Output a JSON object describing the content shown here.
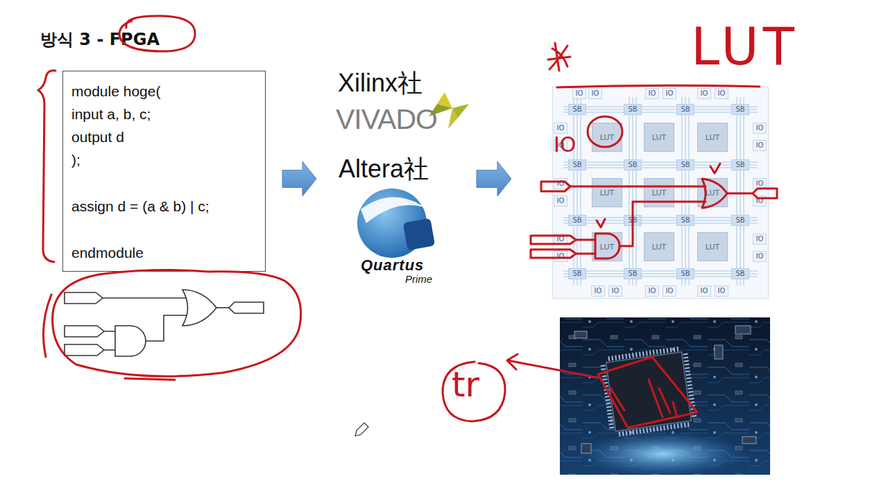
{
  "diagram": {
    "title": "방식 3 - FPGA",
    "nodes": [
      {
        "text": [
          "module hoge(",
          "input a, b, c;",
          "output d",
          ");",
          "assign d = (a & b) | c;",
          "endmodule"
        ]
      },
      {
        "text": [
          "Xilinx社",
          "VIVADO",
          "Altera社",
          "Quartus",
          "Prime"
        ]
      },
      {},
      {
        "text": [
          "IO"
        ],
        "in": 2
      },
      {
        "text": [
          "IO"
        ],
        "in": 2
      },
      {
        "text": [
          "IO"
        ],
        "in": 2
      },
      {
        "text": [
          "IO"
        ],
        "in": 2
      },
      {
        "text": [
          "IO"
        ],
        "in": 2
      },
      {
        "text": [
          "IO"
        ],
        "in": 2
      },
      {
        "text": [
          "SB"
        ],
        "in": 2
      },
      {
        "text": [
          "SB"
        ],
        "in": 2
      },
      {
        "text": [
          "SB"
        ],
        "in": 2
      },
      {
        "text": [
          "SB"
        ],
        "in": 2
      },
      {
        "text": [
          "IO"
        ],
        "in": 2
      },
      {
        "text": [
          "IO"
        ],
        "in": 2
      },
      {
        "text": [
          "LUT"
        ],
        "in": 2
      },
      {
        "text": [
          "LUT"
        ],
        "in": 2
      },
      {
        "text": [
          "LUT"
        ],
        "in": 2
      },
      {
        "text": [
          "IO"
        ],
        "in": 2
      },
      {
        "text": [
          "IO"
        ],
        "in": 2
      },
      {
        "text": [
          "SB"
        ],
        "in": 2
      },
      {
        "text": [
          "SB"
        ],
        "in": 2
      },
      {
        "text": [
          "SB"
        ],
        "in": 2
      },
      {
        "text": [
          "SB"
        ],
        "in": 2
      },
      {
        "text": [
          "IO"
        ],
        "in": 2
      },
      {
        "text": [
          "IO"
        ],
        "in": 2
      },
      {
        "text": [
          "LUT"
        ],
        "in": 2
      },
      {
        "text": [
          "LUT"
        ],
        "in": 2
      },
      {
        "text": [
          "LUT"
        ],
        "in": 2
      },
      {
        "text": [
          "IO"
        ],
        "in": 2
      },
      {
        "text": [
          "IO"
        ],
        "in": 2
      },
      {
        "text": [
          "SB"
        ],
        "in": 2
      },
      {
        "text": [
          "SB"
        ],
        "in": 2
      },
      {
        "text": [
          "SB"
        ],
        "in": 2
      },
      {
        "text": [
          "SB"
        ],
        "in": 2
      },
      {
        "text": [
          "IO"
        ],
        "in": 2
      },
      {
        "text": [
          "IO"
        ],
        "in": 2
      },
      {
        "text": [
          "LUT"
        ],
        "in": 2
      },
      {
        "text": [
          "LUT"
        ],
        "in": 2
      },
      {
        "text": [
          "LUT"
        ],
        "in": 2
      },
      {
        "text": [
          "IO"
        ],
        "in": 2
      },
      {
        "text": [
          "IO"
        ],
        "in": 2
      },
      {
        "text": [
          "SB"
        ],
        "in": 2
      },
      {
        "text": [
          "SB"
        ],
        "in": 2
      },
      {
        "text": [
          "SB"
        ],
        "in": 2
      },
      {
        "text": [
          "SB"
        ],
        "in": 2
      },
      {
        "text": [
          "IO"
        ],
        "in": 2
      },
      {
        "text": [
          "IO"
        ],
        "in": 2
      },
      {
        "text": [
          "IO"
        ],
        "in": 2
      },
      {
        "text": [
          "IO"
        ],
        "in": 2
      },
      {
        "text": [
          "IO"
        ],
        "in": 2
      },
      {
        "text": [
          "IO"
        ],
        "in": 2
      }
    ],
    "edges": [
      {
        "from": 0,
        "to": 1,
        "arrow": "to"
      },
      {
        "from": 1,
        "to": 2,
        "arrow": "to"
      }
    ],
    "labels": [
      "LUT",
      "IO",
      "tr"
    ]
  }
}
